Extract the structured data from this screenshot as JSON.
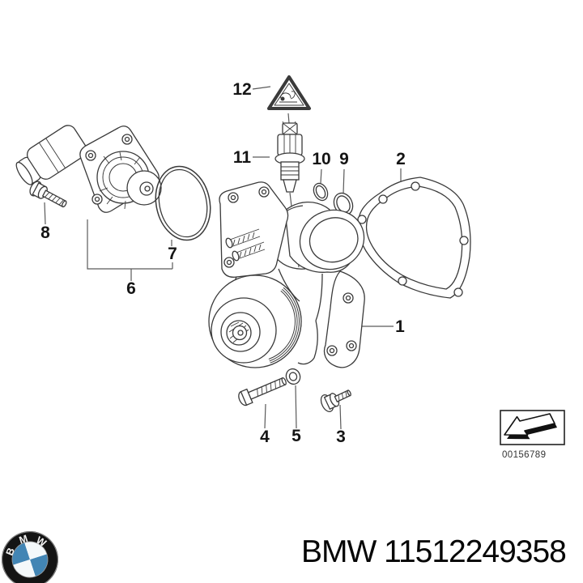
{
  "diagram": {
    "callouts": {
      "c1": "1",
      "c2": "2",
      "c3": "3",
      "c4": "4",
      "c5": "5",
      "c6": "6",
      "c7": "7",
      "c8": "8",
      "c9": "9",
      "c10": "10",
      "c11": "11",
      "c12": "12"
    },
    "stamp_code": "00156789"
  },
  "footer": {
    "brand": "BMW",
    "part_number": "11512249358",
    "logo_letters": {
      "b": "B",
      "m": "M",
      "w": "W"
    }
  },
  "colors": {
    "line": "#3a3a3a",
    "label": "#151515",
    "leader": "#5a5a5a",
    "bmw_blue": "#4285b4",
    "background": "#ffffff"
  }
}
